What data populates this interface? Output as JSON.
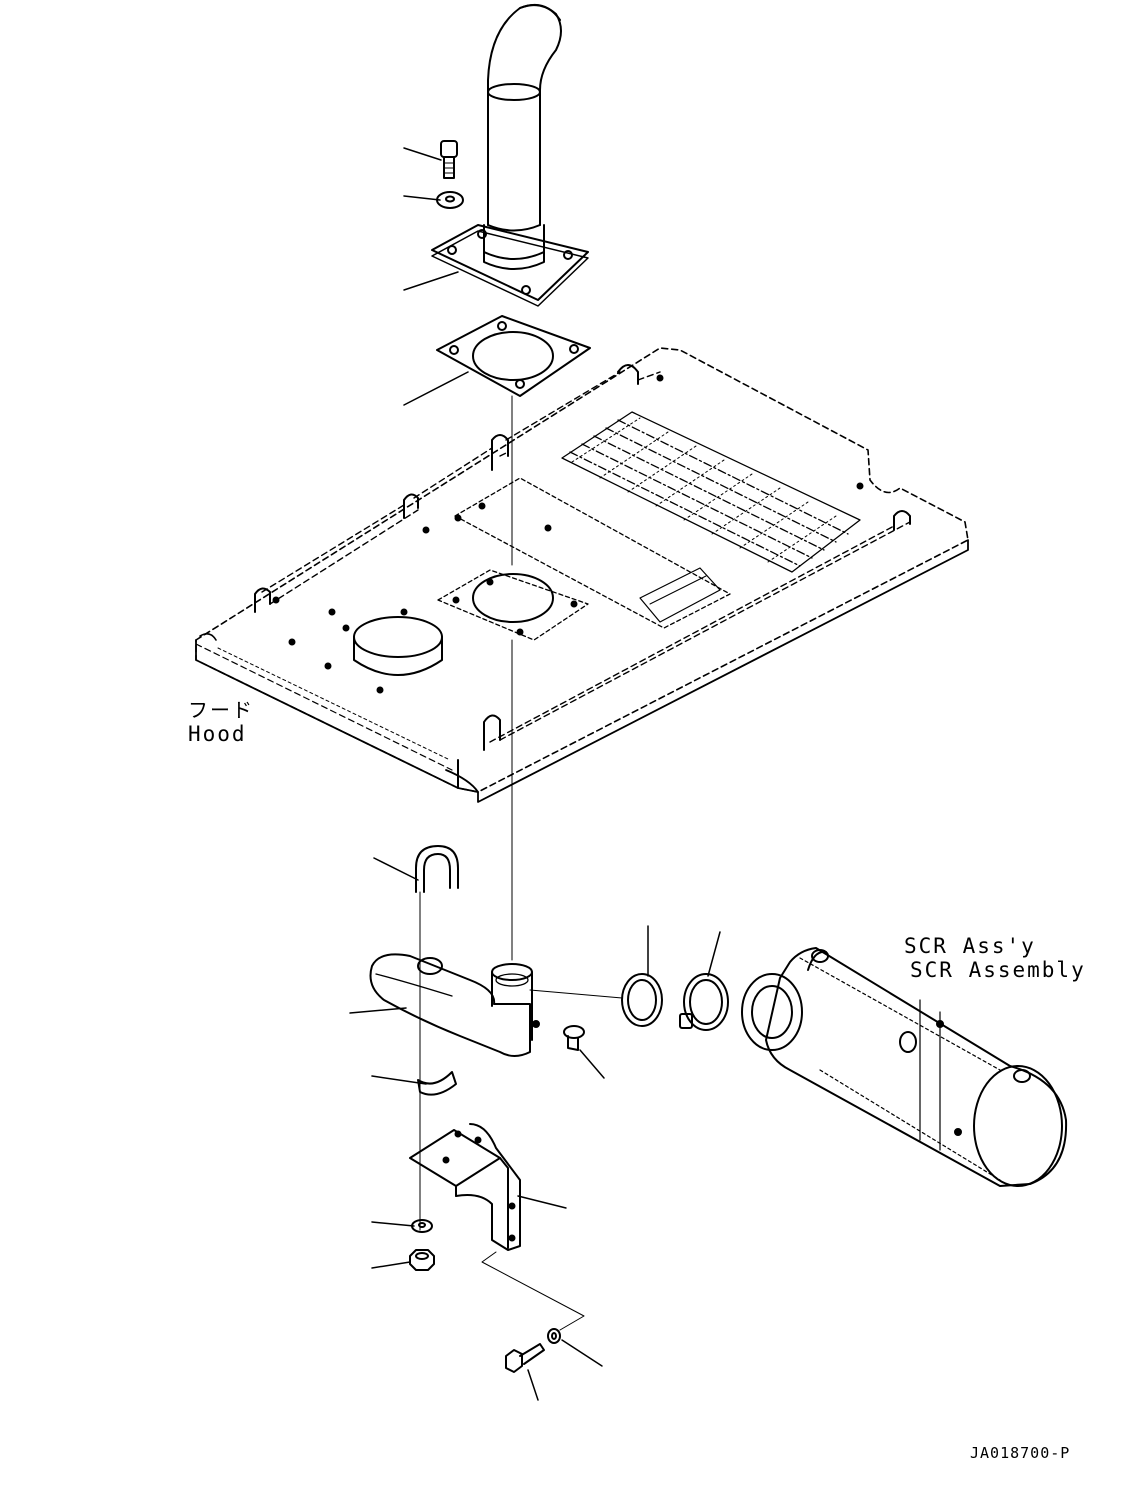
{
  "labels": {
    "hood_jp": "フード",
    "hood_en": "Hood",
    "scr_line1": "SCR Ass'y",
    "scr_line2": "SCR Assembly",
    "drawing_number": "JA018700-P"
  },
  "colors": {
    "line": "#000000",
    "background": "#ffffff"
  }
}
